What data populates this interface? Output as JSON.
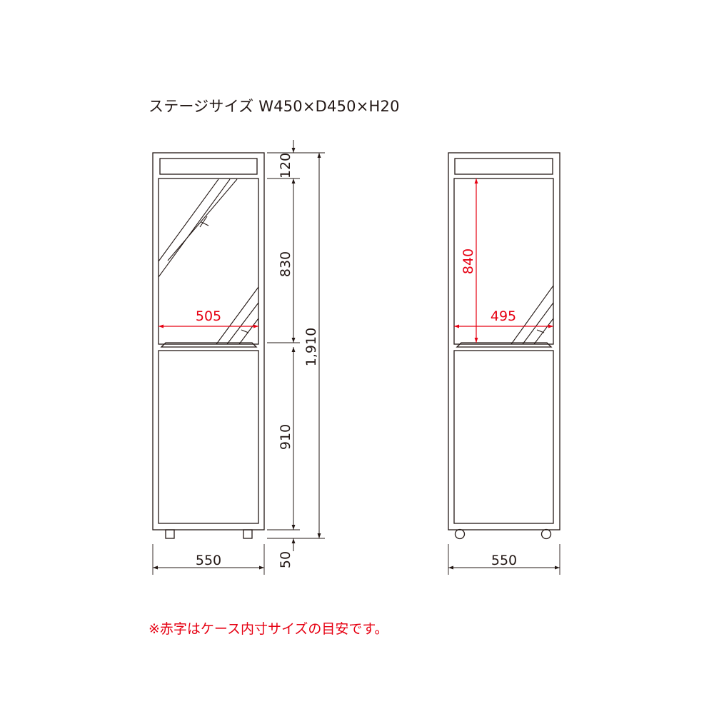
{
  "header": {
    "stage_size": "ステージサイズ W450×D450×H20"
  },
  "front_view": {
    "dim_top_band": "120",
    "dim_upper_case": "830",
    "dim_lower_cabinet": "910",
    "dim_base": "50",
    "dim_total_height": "1,910",
    "dim_width": "550",
    "dim_inner_width": "505"
  },
  "side_view": {
    "dim_inner_height": "840",
    "dim_inner_width": "495",
    "dim_width": "550"
  },
  "note": {
    "text": "※赤字はケース内寸サイズの目安です。"
  },
  "colors": {
    "line": "#231815",
    "accent_red": "#e60012",
    "background": "#ffffff"
  }
}
